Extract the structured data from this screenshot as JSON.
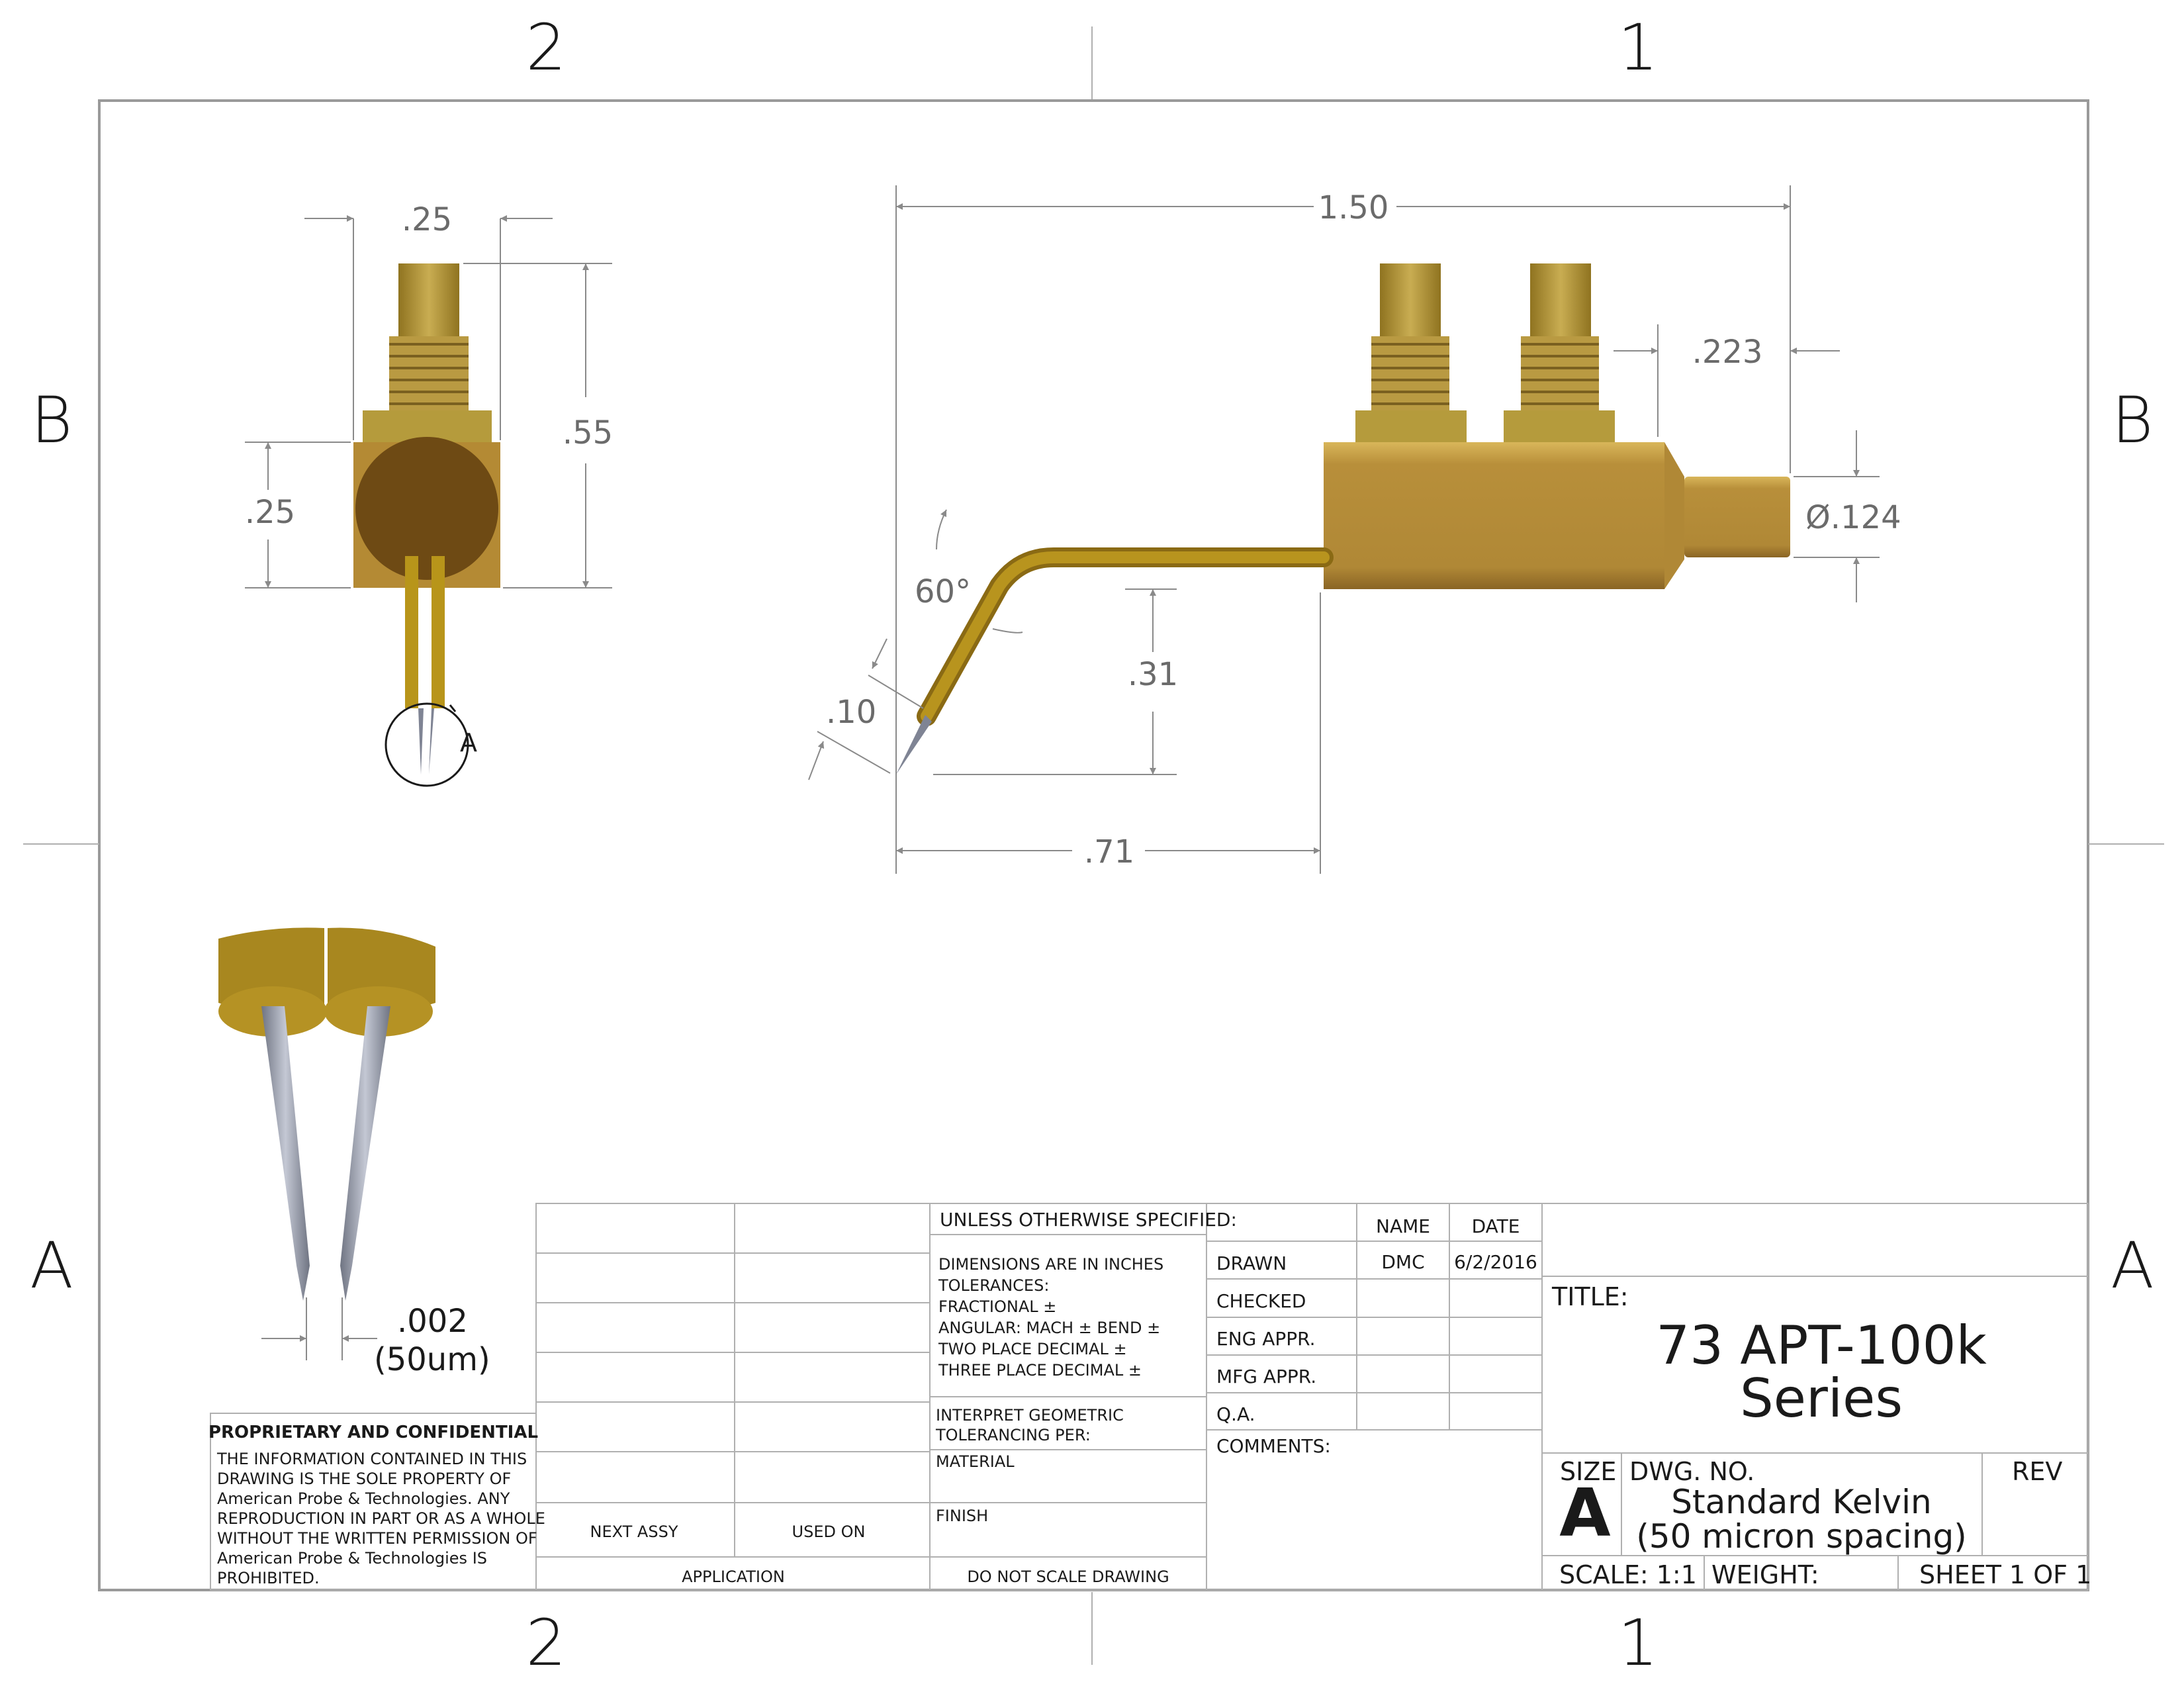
{
  "zones": {
    "top_left": "2",
    "top_right": "1",
    "bottom_left": "2",
    "bottom_right": "1",
    "left_upper": "B",
    "left_lower": "A",
    "right_upper": "B",
    "right_lower": "A"
  },
  "dimensions": {
    "front_width": ".25",
    "front_height": ".55",
    "front_body": ".25",
    "detail_label": "A",
    "overall_length": "1.50",
    "nose_length": ".223",
    "nose_diameter": "Ø.124",
    "tip_angle": "60°",
    "tip_offset": ".10",
    "drop_height": ".31",
    "reach": ".71",
    "tip_spacing": ".002",
    "tip_spacing_metric": "(50um)"
  },
  "confidential": {
    "heading": "PROPRIETARY AND CONFIDENTIAL",
    "lines": [
      "THE INFORMATION CONTAINED IN THIS",
      "DRAWING IS THE SOLE PROPERTY OF",
      "American Probe & Technologies.  ANY",
      "REPRODUCTION IN PART OR AS A WHOLE",
      "WITHOUT THE WRITTEN PERMISSION OF",
      "American Probe & Technologies IS",
      "PROHIBITED."
    ]
  },
  "assy": {
    "next_assy": "NEXT ASSY",
    "used_on": "USED ON",
    "application": "APPLICATION"
  },
  "spec": {
    "heading": "UNLESS OTHERWISE SPECIFIED:",
    "lines": [
      "DIMENSIONS ARE IN INCHES",
      "TOLERANCES:",
      "FRACTIONAL ±",
      "ANGULAR: MACH ±     BEND ±",
      "TWO PLACE DECIMAL     ±",
      "THREE PLACE DECIMAL   ±"
    ],
    "interpret_1": "INTERPRET GEOMETRIC",
    "interpret_2": "TOLERANCING PER:",
    "material": "MATERIAL",
    "finish": "FINISH",
    "do_not_scale": "DO NOT SCALE DRAWING"
  },
  "signoff": {
    "name_header": "NAME",
    "date_header": "DATE",
    "drawn": "DRAWN",
    "drawn_name": "DMC",
    "drawn_date": "6/2/2016",
    "checked": "CHECKED",
    "eng": "ENG APPR.",
    "mfg": "MFG APPR.",
    "qa": "Q.A.",
    "comments": "COMMENTS:"
  },
  "title_block": {
    "title_label": "TITLE:",
    "title_line1": "73 APT-100k",
    "title_line2": "Series",
    "size_label": "SIZE",
    "size_value": "A",
    "dwg_label": "DWG.  NO.",
    "dwg_line1": "Standard Kelvin",
    "dwg_line2": "(50 micron spacing)",
    "rev_label": "REV",
    "scale": "SCALE: 1:1",
    "weight": "WEIGHT:",
    "sheet": "SHEET 1 OF 1"
  },
  "colors": {
    "brass_light": "#c9a84c",
    "brass_mid": "#b08a34",
    "brass_dark": "#6e4a14",
    "needle": "#9a9fae"
  }
}
